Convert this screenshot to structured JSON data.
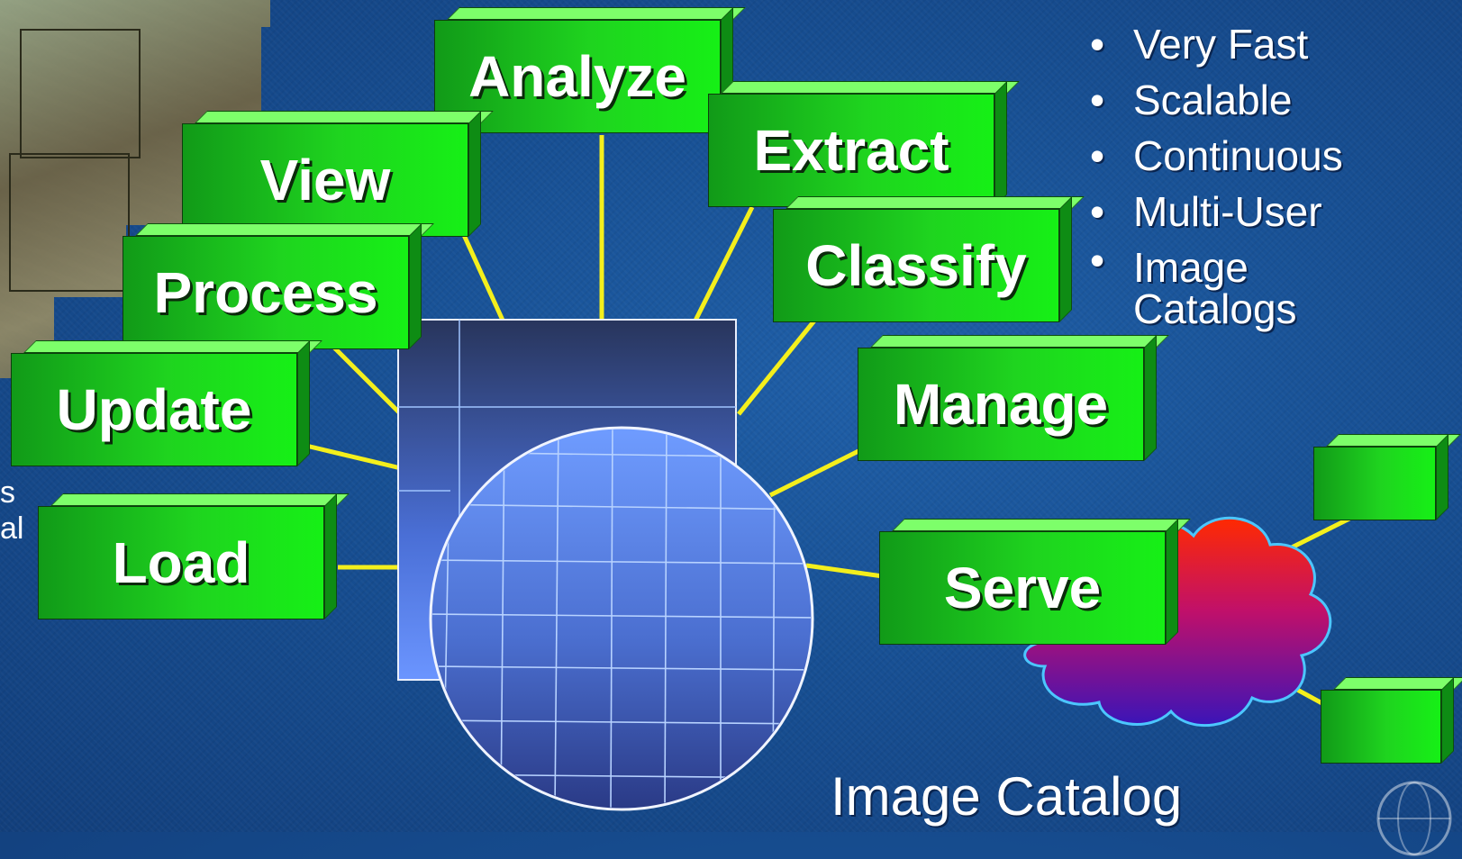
{
  "operations": {
    "analyze": "Analyze",
    "view": "View",
    "extract": "Extract",
    "classify": "Classify",
    "process": "Process",
    "update": "Update",
    "manage": "Manage",
    "load": "Load",
    "serve": "Serve"
  },
  "features": [
    "Very Fast",
    "Scalable",
    "Continuous",
    "Multi-User",
    "Image",
    "Catalogs"
  ],
  "caption": "Image Catalog",
  "clipped_left_text": [
    "s",
    "al"
  ],
  "colors": {
    "background": "#174f93",
    "box_green": "#16f016",
    "connector": "#f4ef1c",
    "cloud_top": "#ff2a00",
    "cloud_bottom": "#3a14b8"
  },
  "icons": {
    "corner_logo": "globe-icon",
    "aerial_photo": "aerial-imagery"
  }
}
